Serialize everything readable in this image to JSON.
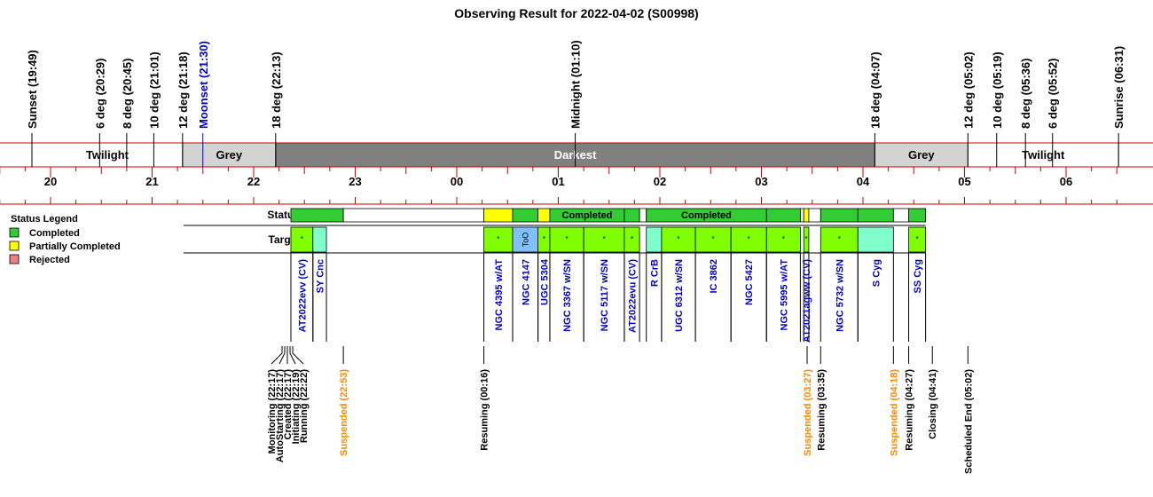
{
  "chart_data": {
    "type": "timeline",
    "title": "Observing Result for 2022-04-02 (S00998)",
    "time_range": [
      "19:40",
      "06:45"
    ],
    "hour_labels": [
      "20",
      "21",
      "22",
      "23",
      "00",
      "01",
      "02",
      "03",
      "04",
      "05",
      "06"
    ],
    "sky_events": [
      {
        "label": "Sunset (19:49)",
        "time": "19:49",
        "color": "#000000"
      },
      {
        "label": "6 deg (20:29)",
        "time": "20:29",
        "color": "#000000"
      },
      {
        "label": "8 deg (20:45)",
        "time": "20:45",
        "color": "#000000"
      },
      {
        "label": "10 deg (21:01)",
        "time": "21:01",
        "color": "#000000"
      },
      {
        "label": "12 deg (21:18)",
        "time": "21:18",
        "color": "#000000"
      },
      {
        "label": "Moonset (21:30)",
        "time": "21:30",
        "color": "#0000cc"
      },
      {
        "label": "18 deg (22:13)",
        "time": "22:13",
        "color": "#000000"
      },
      {
        "label": "Midnight (01:10)",
        "time": "01:10",
        "color": "#000000"
      },
      {
        "label": "18 deg (04:07)",
        "time": "04:07",
        "color": "#000000"
      },
      {
        "label": "12 deg (05:02)",
        "time": "05:02",
        "color": "#000000"
      },
      {
        "label": "10 deg (05:19)",
        "time": "05:19",
        "color": "#000000"
      },
      {
        "label": "8 deg (05:36)",
        "time": "05:36",
        "color": "#000000"
      },
      {
        "label": "6 deg (05:52)",
        "time": "05:52",
        "color": "#000000"
      },
      {
        "label": "Sunrise (06:31)",
        "time": "06:31",
        "color": "#000000"
      }
    ],
    "sky_periods": [
      {
        "label": "Twilight",
        "start": "19:49",
        "end": "21:18",
        "color": "#ffffff",
        "text_color": "#000000"
      },
      {
        "label": "Grey",
        "start": "21:18",
        "end": "22:13",
        "color": "#d3d3d3",
        "text_color": "#000000"
      },
      {
        "label": "Darkest",
        "start": "22:13",
        "end": "04:07",
        "color": "#808080",
        "text_color": "#ffffff"
      },
      {
        "label": "Grey",
        "start": "04:07",
        "end": "05:02",
        "color": "#d3d3d3",
        "text_color": "#000000"
      },
      {
        "label": "Twilight",
        "start": "05:02",
        "end": "06:31",
        "color": "#ffffff",
        "text_color": "#000000"
      }
    ],
    "row_labels": {
      "status": "Status",
      "targets": "Targets"
    },
    "legend": {
      "title": "Status Legend",
      "items": [
        {
          "label": "Completed",
          "color": "#33cc33"
        },
        {
          "label": "Partially Completed",
          "color": "#ffff00"
        },
        {
          "label": "Rejected",
          "color": "#f08080"
        }
      ]
    },
    "status_segments": [
      {
        "start": "22:22",
        "end": "22:53",
        "status": "Completed",
        "label": "",
        "color": "#33cc33"
      },
      {
        "start": "22:53",
        "end": "00:16",
        "status": "None",
        "label": "",
        "color": "#ffffff"
      },
      {
        "start": "00:16",
        "end": "00:33",
        "status": "Partially Completed",
        "label": "",
        "color": "#ffff00"
      },
      {
        "start": "00:33",
        "end": "00:48",
        "status": "Completed",
        "label": "",
        "color": "#33cc33"
      },
      {
        "start": "00:48",
        "end": "00:55",
        "status": "Partially Completed",
        "label": "",
        "color": "#ffff00"
      },
      {
        "start": "00:55",
        "end": "01:39",
        "status": "Completed",
        "label": "Completed",
        "color": "#33cc33"
      },
      {
        "start": "01:39",
        "end": "01:48",
        "status": "Completed",
        "label": "",
        "color": "#33cc33"
      },
      {
        "start": "01:48",
        "end": "01:52",
        "status": "None",
        "label": "",
        "color": "#ffffff"
      },
      {
        "start": "01:52",
        "end": "03:03",
        "status": "Completed",
        "label": "Completed",
        "color": "#33cc33"
      },
      {
        "start": "03:03",
        "end": "03:23",
        "status": "Completed",
        "label": "",
        "color": "#33cc33"
      },
      {
        "start": "03:23",
        "end": "03:25",
        "status": "None",
        "label": "",
        "color": "#ffffff"
      },
      {
        "start": "03:25",
        "end": "03:28",
        "status": "Partially Completed",
        "label": "",
        "color": "#ffff00"
      },
      {
        "start": "03:28",
        "end": "03:35",
        "status": "None",
        "label": "",
        "color": "#ffffff"
      },
      {
        "start": "03:35",
        "end": "03:57",
        "status": "Completed",
        "label": "",
        "color": "#33cc33"
      },
      {
        "start": "03:57",
        "end": "04:18",
        "status": "Completed",
        "label": "",
        "color": "#33cc33"
      },
      {
        "start": "04:18",
        "end": "04:27",
        "status": "None",
        "label": "",
        "color": "#ffffff"
      },
      {
        "start": "04:27",
        "end": "04:37",
        "status": "Completed",
        "label": "",
        "color": "#33cc33"
      }
    ],
    "targets": [
      {
        "name": "AT2022evv (CV)",
        "start": "22:22",
        "end": "22:35",
        "color": "#80ff00",
        "marker": "*"
      },
      {
        "name": "SY Cnc",
        "start": "22:35",
        "end": "22:43",
        "color": "#80ffcc",
        "marker": ""
      },
      {
        "name": "NGC 4395 w/AT",
        "start": "00:16",
        "end": "00:33",
        "color": "#80ff00",
        "marker": "*"
      },
      {
        "name": "NGC 4147",
        "start": "00:33",
        "end": "00:48",
        "color": "#80c0ff",
        "marker": "ToO"
      },
      {
        "name": "UGC 5304",
        "start": "00:48",
        "end": "00:55",
        "color": "#80ff00",
        "marker": "*"
      },
      {
        "name": "NGC 3367 w/SN",
        "start": "00:55",
        "end": "01:15",
        "color": "#80ff00",
        "marker": "*"
      },
      {
        "name": "NGC 5117 w/SN",
        "start": "01:15",
        "end": "01:39",
        "color": "#80ff00",
        "marker": "*"
      },
      {
        "name": "AT2022evu (CV)",
        "start": "01:39",
        "end": "01:48",
        "color": "#80ff00",
        "marker": "*"
      },
      {
        "name": "R CrB",
        "start": "01:52",
        "end": "02:01",
        "color": "#80ffcc",
        "marker": ""
      },
      {
        "name": "UGC 6312 w/SN",
        "start": "02:01",
        "end": "02:21",
        "color": "#80ff00",
        "marker": "*"
      },
      {
        "name": "IC 3862",
        "start": "02:21",
        "end": "02:42",
        "color": "#80ff00",
        "marker": "*"
      },
      {
        "name": "NGC 5427",
        "start": "02:42",
        "end": "03:03",
        "color": "#80ff00",
        "marker": "*"
      },
      {
        "name": "NGC 5995 w/AT",
        "start": "03:03",
        "end": "03:23",
        "color": "#80ff00",
        "marker": "*"
      },
      {
        "name": "AT2021agww (CV)",
        "start": "03:25",
        "end": "03:28",
        "color": "#80ff00",
        "marker": "*"
      },
      {
        "name": "NGC 5732 w/SN",
        "start": "03:35",
        "end": "03:57",
        "color": "#80ff00",
        "marker": "*"
      },
      {
        "name": "S Cyg",
        "start": "03:57",
        "end": "04:18",
        "color": "#80ffcc",
        "marker": ""
      },
      {
        "name": "SS Cyg",
        "start": "04:27",
        "end": "04:37",
        "color": "#80ff00",
        "marker": "*"
      }
    ],
    "system_events": [
      {
        "label": "Monitoring (22:17)",
        "time": "22:17",
        "color": "#000000"
      },
      {
        "label": "AutoStarting (22:17)",
        "time": "22:17",
        "color": "#000000"
      },
      {
        "label": "Created (22:17)",
        "time": "22:17",
        "color": "#000000"
      },
      {
        "label": "Initiating (22:19)",
        "time": "22:19",
        "color": "#000000"
      },
      {
        "label": "Running (22:22)",
        "time": "22:22",
        "color": "#000000"
      },
      {
        "label": "Suspended (22:53)",
        "time": "22:53",
        "color": "#ff8800"
      },
      {
        "label": "Resuming (00:16)",
        "time": "00:16",
        "color": "#000000"
      },
      {
        "label": "Suspended (03:27)",
        "time": "03:27",
        "color": "#ff8800"
      },
      {
        "label": "Resuming (03:35)",
        "time": "03:35",
        "color": "#000000"
      },
      {
        "label": "Suspended (04:18)",
        "time": "04:18",
        "color": "#ff8800"
      },
      {
        "label": "Resuming (04:27)",
        "time": "04:27",
        "color": "#000000"
      },
      {
        "label": "Closing (04:41)",
        "time": "04:41",
        "color": "#000000"
      },
      {
        "label": "Scheduled End (05:02)",
        "time": "05:02",
        "color": "#000000"
      }
    ]
  }
}
